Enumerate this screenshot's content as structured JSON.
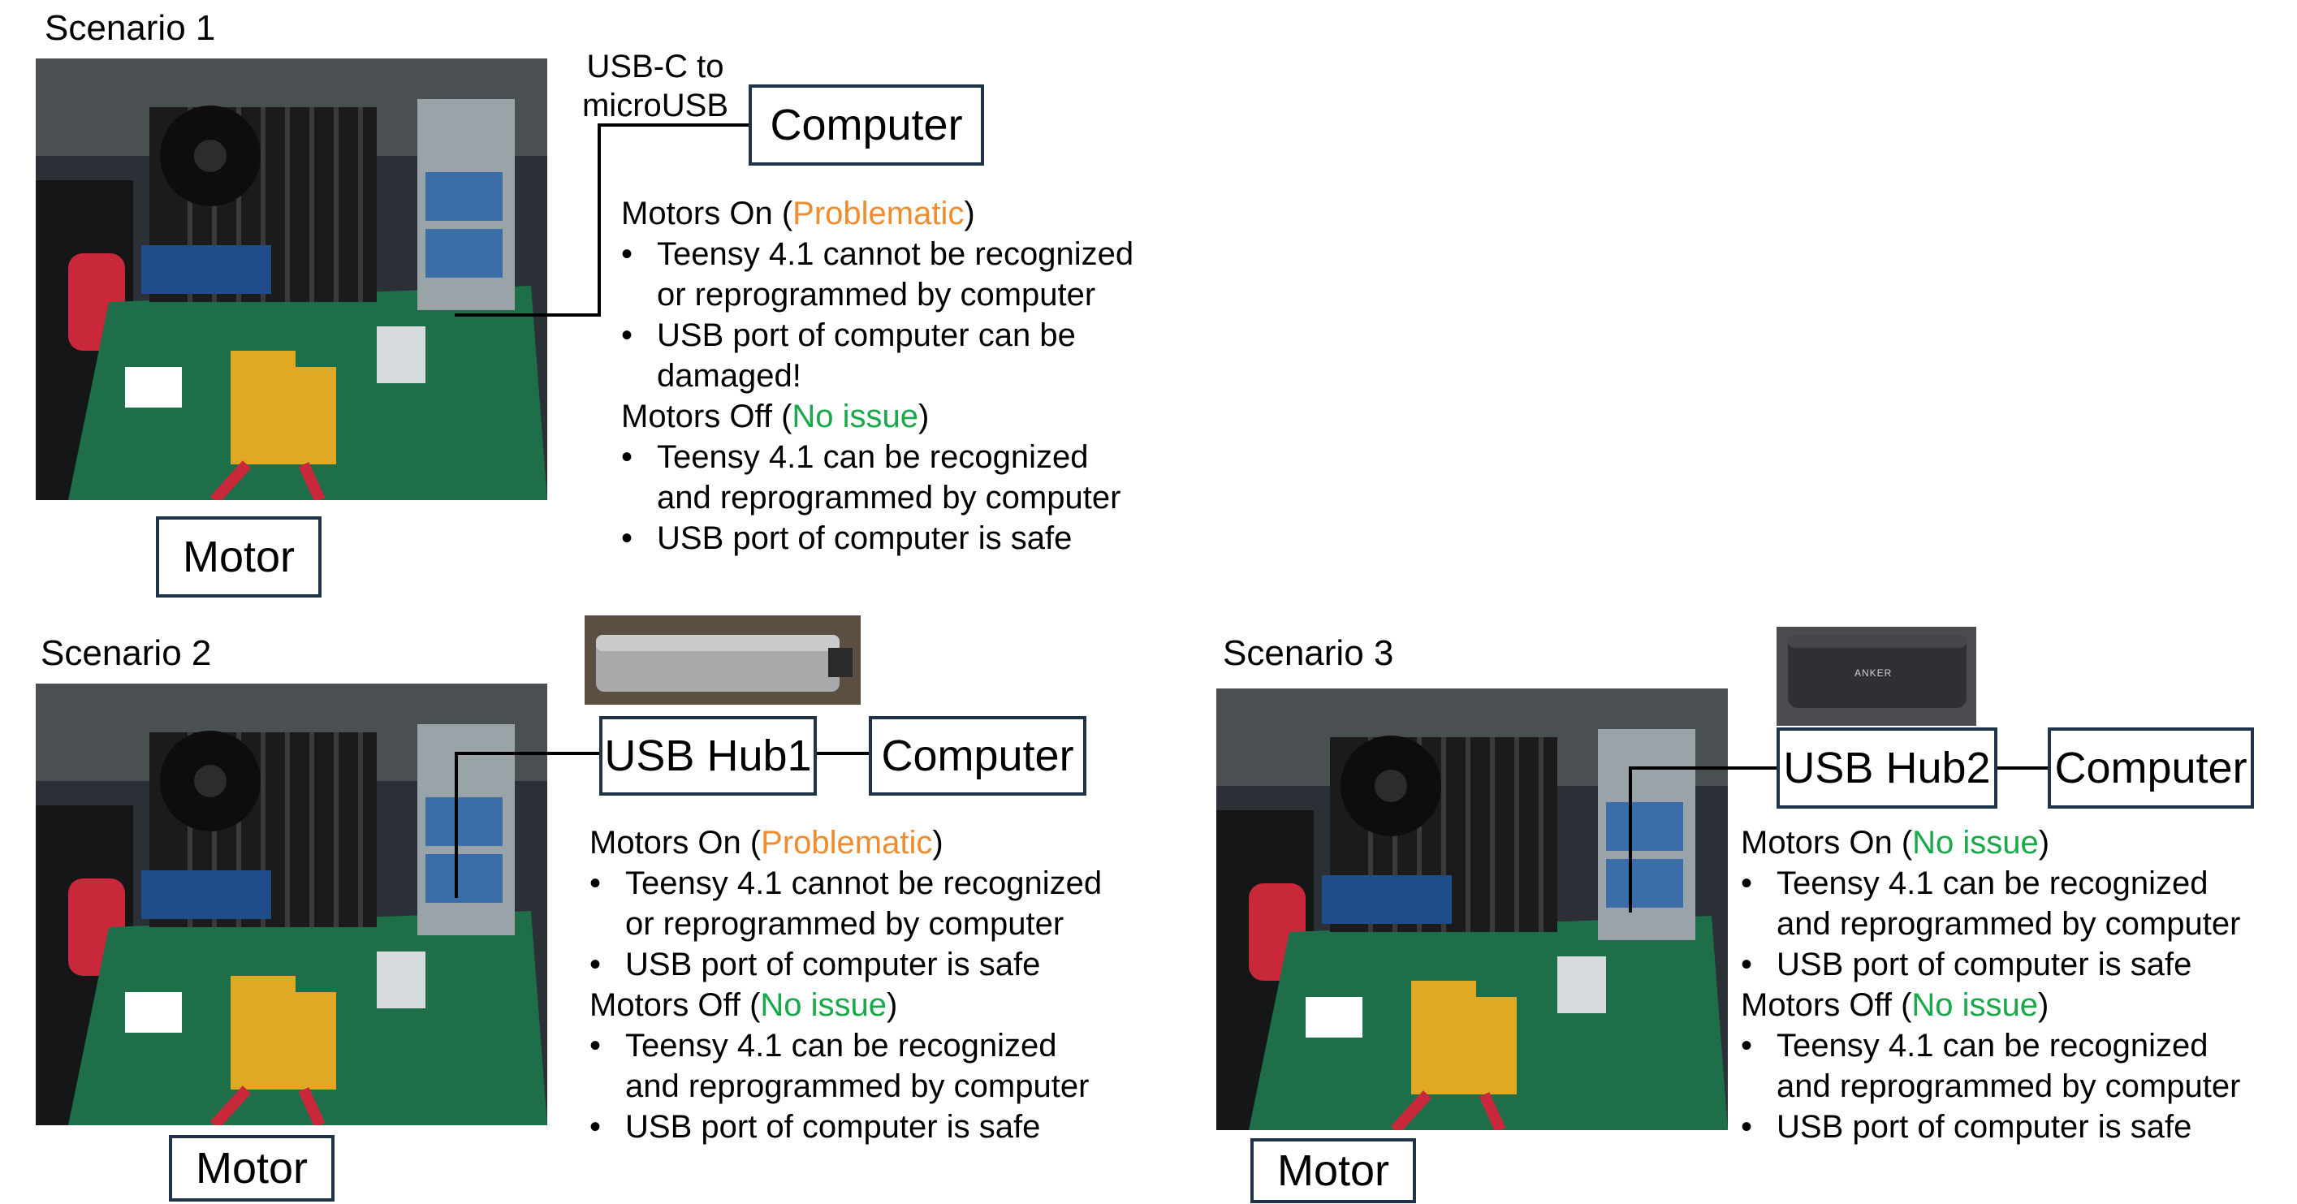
{
  "scenario1": {
    "title": "Scenario 1",
    "cable_label_line1": "USB-C to",
    "cable_label_line2": "microUSB",
    "computer_label": "Computer",
    "motor_label": "Motor",
    "on_prefix": "Motors On (",
    "on_status": "Problematic",
    "on_suffix": ")",
    "on_bullets": [
      {
        "line1": "Teensy 4.1 cannot be recognized",
        "line2": "or reprogrammed by computer"
      },
      {
        "line1": "USB port of computer can be",
        "line2": "damaged!"
      }
    ],
    "off_prefix": "Motors Off (",
    "off_status": "No issue",
    "off_suffix": ")",
    "off_bullets": [
      {
        "line1": "Teensy 4.1 can be recognized",
        "line2": "and reprogrammed by computer"
      },
      {
        "line1": "USB port of computer is safe"
      }
    ]
  },
  "scenario2": {
    "title": "Scenario 2",
    "hub_label": "USB Hub1",
    "computer_label": "Computer",
    "motor_label": "Motor",
    "on_prefix": "Motors On (",
    "on_status": "Problematic",
    "on_suffix": ")",
    "on_bullets": [
      {
        "line1": "Teensy 4.1 cannot be recognized",
        "line2": "or reprogrammed by computer"
      },
      {
        "line1": "USB port of computer is safe"
      }
    ],
    "off_prefix": "Motors Off (",
    "off_status": "No issue",
    "off_suffix": ")",
    "off_bullets": [
      {
        "line1": "Teensy 4.1 can be recognized",
        "line2": "and reprogrammed by computer"
      },
      {
        "line1": "USB port of computer is safe"
      }
    ]
  },
  "scenario3": {
    "title": "Scenario 3",
    "hub_label": "USB Hub2",
    "hub_brand": "ANKER",
    "computer_label": "Computer",
    "motor_label": "Motor",
    "on_prefix": "Motors On (",
    "on_status": "No issue",
    "on_suffix": ")",
    "on_bullets": [
      {
        "line1": "Teensy 4.1 can be recognized",
        "line2": "and reprogrammed by computer"
      },
      {
        "line1": "USB port of computer is safe"
      }
    ],
    "off_prefix": "Motors Off (",
    "off_status": "No issue",
    "off_suffix": ")",
    "off_bullets": [
      {
        "line1": "Teensy 4.1 can be recognized",
        "line2": "and reprogrammed by computer"
      },
      {
        "line1": "USB port of computer is safe"
      }
    ]
  },
  "bullet_symbol": "•",
  "colors": {
    "box_border": "#1f3349",
    "problematic": "#f08c2e",
    "no_issue": "#19a84a",
    "pcb_green": "#1f6e4a",
    "heatsink": "#1b1b1b",
    "xt_connector": "#e0a823"
  }
}
